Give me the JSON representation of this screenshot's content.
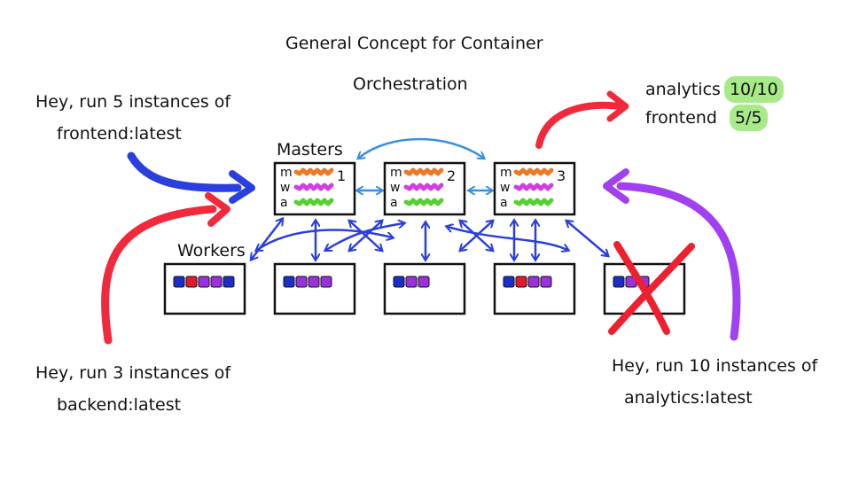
{
  "title": {
    "line1": "General Concept for Container",
    "line2": "Orchestration"
  },
  "requests": {
    "frontend": {
      "line1": "Hey, run 5 instances of",
      "line2": "frontend:latest"
    },
    "backend": {
      "line1": "Hey, run 3 instances of",
      "line2": "backend:latest"
    },
    "analytics": {
      "line1": "Hey, run 10 instances of",
      "line2": "analytics:latest"
    }
  },
  "labels": {
    "masters": "Masters",
    "workers": "Workers"
  },
  "status": {
    "analytics": {
      "name": "analytics",
      "count": "10/10"
    },
    "frontend": {
      "name": "frontend",
      "count": "5/5"
    }
  },
  "masters": [
    {
      "number": "1",
      "rows": [
        "m",
        "w",
        "a"
      ]
    },
    {
      "number": "2",
      "rows": [
        "m",
        "w",
        "a"
      ]
    },
    {
      "number": "3",
      "rows": [
        "m",
        "w",
        "a"
      ]
    }
  ],
  "colors": {
    "m_line": "#e87a2a",
    "w_line": "#d040e0",
    "a_line": "#55d030",
    "blue_arrow": "#2a3fdd",
    "red_arrow": "#f02a3a",
    "purple_arrow": "#a040f0",
    "light_blue_arrow": "#3a8fe0",
    "cross": "#ee1f2f",
    "container_blue": "#1a2fc8",
    "container_red": "#e21a2a",
    "container_purple": "#9a30e0",
    "highlight": "#a8ea8a"
  },
  "workers": [
    {
      "containers": [
        "blue",
        "red",
        "purple",
        "purple",
        "blue"
      ],
      "failed": false
    },
    {
      "containers": [
        "blue",
        "purple",
        "purple",
        "purple"
      ],
      "failed": false
    },
    {
      "containers": [
        "blue",
        "purple",
        "purple"
      ],
      "failed": false
    },
    {
      "containers": [
        "blue",
        "red",
        "purple",
        "purple"
      ],
      "failed": false
    },
    {
      "containers": [
        "blue",
        "purple",
        "purple"
      ],
      "failed": true
    }
  ]
}
